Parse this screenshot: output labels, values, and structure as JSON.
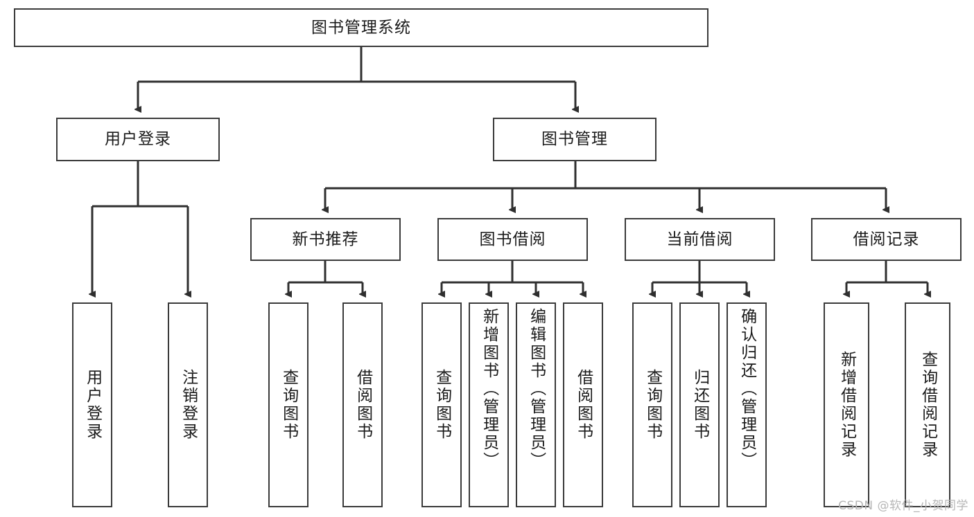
{
  "diagram": {
    "title": "图书管理系统",
    "type": "tree-hierarchy",
    "root": {
      "label": "图书管理系统"
    },
    "level2": [
      {
        "label": "用户登录"
      },
      {
        "label": "图书管理"
      }
    ],
    "level3": [
      {
        "label": "新书推荐"
      },
      {
        "label": "图书借阅"
      },
      {
        "label": "当前借阅"
      },
      {
        "label": "借阅记录"
      }
    ],
    "leaves": {
      "user_login": [
        {
          "label": "用户登录"
        },
        {
          "label": "注销登录"
        }
      ],
      "new_book_recommend": [
        {
          "label": "查询图书"
        },
        {
          "label": "借阅图书"
        }
      ],
      "book_borrow": [
        {
          "label": "查询图书"
        },
        {
          "label": "新增图书（管理员）"
        },
        {
          "label": "编辑图书（管理员）"
        },
        {
          "label": "借阅图书"
        }
      ],
      "current_borrow": [
        {
          "label": "查询图书"
        },
        {
          "label": "归还图书"
        },
        {
          "label": "确认归还（管理员）"
        }
      ],
      "borrow_record": [
        {
          "label": "新增借阅记录"
        },
        {
          "label": "查询借阅记录"
        }
      ]
    }
  },
  "watermark": {
    "text": "CSDN @软件_小贺同学"
  },
  "colors": {
    "box_border": "#3a3a3a",
    "connector": "#2f2f2f",
    "background": "#ffffff",
    "watermark": "#b6b6b6"
  }
}
